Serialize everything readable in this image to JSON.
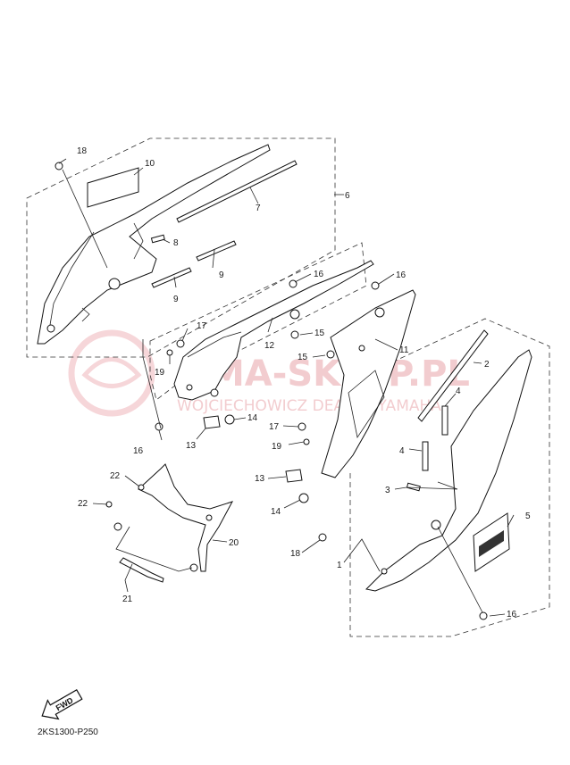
{
  "diagram": {
    "code": "2KS1300-P250",
    "fwd_label": "FWD",
    "watermark": {
      "line1": "AMA-SKLEP.PL",
      "line2": "WOJCIECHOWICZ DEALER YAMAHA"
    },
    "labels": [
      {
        "id": "n18a",
        "text": "18"
      },
      {
        "id": "n10",
        "text": "10"
      },
      {
        "id": "n6",
        "text": "6"
      },
      {
        "id": "n7",
        "text": "7"
      },
      {
        "id": "n8",
        "text": "8"
      },
      {
        "id": "n9a",
        "text": "9"
      },
      {
        "id": "n9b",
        "text": "9"
      },
      {
        "id": "n16a",
        "text": "16"
      },
      {
        "id": "n16b",
        "text": "16"
      },
      {
        "id": "n17a",
        "text": "17"
      },
      {
        "id": "n12",
        "text": "12"
      },
      {
        "id": "n15a",
        "text": "15"
      },
      {
        "id": "n15b",
        "text": "15"
      },
      {
        "id": "n11",
        "text": "11"
      },
      {
        "id": "n19a",
        "text": "19"
      },
      {
        "id": "n2",
        "text": "2"
      },
      {
        "id": "n4a",
        "text": "4"
      },
      {
        "id": "n16c",
        "text": "16"
      },
      {
        "id": "n14a",
        "text": "14"
      },
      {
        "id": "n13a",
        "text": "13"
      },
      {
        "id": "n17b",
        "text": "17"
      },
      {
        "id": "n19b",
        "text": "19"
      },
      {
        "id": "n4b",
        "text": "4"
      },
      {
        "id": "n22a",
        "text": "22"
      },
      {
        "id": "n13b",
        "text": "13"
      },
      {
        "id": "n3",
        "text": "3"
      },
      {
        "id": "n22b",
        "text": "22"
      },
      {
        "id": "n14b",
        "text": "14"
      },
      {
        "id": "n5",
        "text": "5"
      },
      {
        "id": "n20",
        "text": "20"
      },
      {
        "id": "n18b",
        "text": "18"
      },
      {
        "id": "n1",
        "text": "1"
      },
      {
        "id": "n21",
        "text": "21"
      },
      {
        "id": "n16d",
        "text": "16"
      }
    ]
  }
}
